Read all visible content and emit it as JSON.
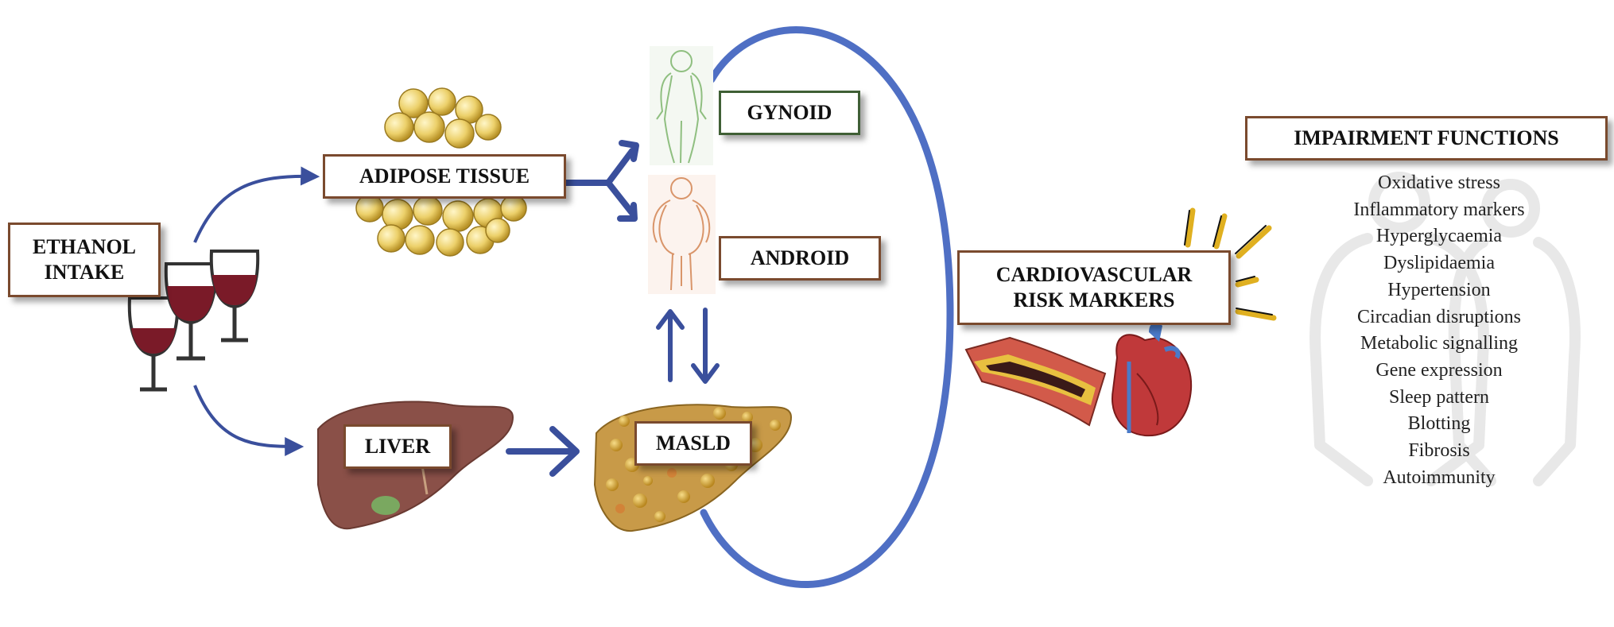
{
  "nodes": {
    "ethanol": "ETHANOL\nINTAKE",
    "adipose": "ADIPOSE TISSUE",
    "liver": "LIVER",
    "masld": "MASLD",
    "gynoid": "GYNOID",
    "android": "ANDROID",
    "cardio": "CARDIOVASCULAR\nRISK MARKERS",
    "impairment_title": "IMPAIRMENT FUNCTIONS"
  },
  "impairment_functions": [
    "Oxidative stress",
    "Inflammatory markers",
    "Hyperglycaemia",
    "Dyslipidaemia",
    "Hypertension",
    "Circadian disruptions",
    "Metabolic signalling",
    "Gene expression",
    "Sleep pattern",
    "Blotting",
    "Fibrosis",
    "Autoimmunity"
  ],
  "colors": {
    "arrow": "#3a4f9c",
    "loop": "#4f6fc4",
    "box_border": "#7a4a2e",
    "gynoid_border": "#3f5f35",
    "wine": "#7a1a28",
    "fat_cell": "#e8c85a",
    "liver": "#8a5048",
    "masld_liver": "#c89a48",
    "gynoid_figure": "#8fbf80",
    "android_figure": "#d9956a",
    "heart": "#c0393a",
    "burst": "#e0b020"
  }
}
